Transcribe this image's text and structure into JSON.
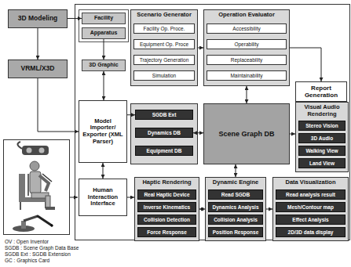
{
  "diagram": {
    "nodes": [
      {
        "text": [
          "3D Modeling"
        ]
      },
      {
        "text": [
          "VRML/X3D"
        ]
      },
      {
        "text": [
          "Facility"
        ]
      },
      {
        "text": [
          "Apparatus"
        ]
      },
      {
        "text": [
          "3D Graphic"
        ]
      },
      {
        "text": [
          "Model Importer/ Exporter (XML Parser)"
        ]
      },
      {
        "text": [
          "Human Interaction Interface"
        ]
      },
      {
        "text": [
          "Scenario Generator"
        ]
      },
      {
        "text": [
          "Facility Op. Proce."
        ],
        "in": 7
      },
      {
        "text": [
          "Equipment Op. Proce"
        ],
        "in": 7
      },
      {
        "text": [
          "Trajectory Generation"
        ],
        "in": 7
      },
      {
        "text": [
          "Simulation"
        ],
        "in": 7
      },
      {
        "text": [
          "Operation Evaluator"
        ]
      },
      {
        "text": [
          "Accessibility"
        ],
        "in": 12
      },
      {
        "text": [
          "Operability"
        ],
        "in": 12
      },
      {
        "text": [
          "Replaceability"
        ],
        "in": 12
      },
      {
        "text": [
          "Maintainability"
        ],
        "in": 12
      },
      {
        "text": [
          "Report Generation"
        ]
      },
      {
        "text": [
          "SGDB Ext"
        ]
      },
      {
        "text": [
          "Dynamics DB"
        ]
      },
      {
        "text": [
          "Equipment DB"
        ]
      },
      {
        "text": [
          "Scene Graph DB"
        ]
      },
      {
        "text": [
          "Visual Audio Rendering"
        ]
      },
      {
        "text": [
          "Stereo Vision"
        ],
        "in": 22
      },
      {
        "text": [
          "3D Audio"
        ],
        "in": 22
      },
      {
        "text": [
          "Walking View"
        ],
        "in": 22
      },
      {
        "text": [
          "Land View"
        ],
        "in": 22
      },
      {
        "text": [
          "Haptic Rendering"
        ]
      },
      {
        "text": [
          "Real Haptic Device"
        ],
        "in": 27
      },
      {
        "text": [
          "Inverse Kinematics"
        ],
        "in": 27
      },
      {
        "text": [
          "Collision Detection"
        ],
        "in": 27
      },
      {
        "text": [
          "Force Response"
        ],
        "in": 27
      },
      {
        "text": [
          "Dynamic Engine"
        ]
      },
      {
        "text": [
          "Read SGDB"
        ],
        "in": 32
      },
      {
        "text": [
          "Dynamics Analysis"
        ],
        "in": 32
      },
      {
        "text": [
          "Collision Analysis"
        ],
        "in": 32
      },
      {
        "text": [
          "Position Response"
        ],
        "in": 32
      },
      {
        "text": [
          "Data Visualization"
        ]
      },
      {
        "text": [
          "Read analysis result"
        ],
        "in": 37
      },
      {
        "text": [
          "Mesh/Contour map"
        ],
        "in": 37
      },
      {
        "text": [
          "Effect Analysis"
        ],
        "in": 37
      },
      {
        "text": [
          "2D/3D data display"
        ],
        "in": 37
      }
    ],
    "edges": [
      {
        "from": 0,
        "to": 1,
        "arrow": "to"
      },
      {
        "from": 0,
        "to": 2,
        "arrow": "to"
      },
      {
        "from": 1,
        "to": 5,
        "arrow": "to"
      },
      {
        "from": 3,
        "to": 4,
        "arrow": "to"
      },
      {
        "from": 4,
        "to": 5,
        "arrow": "both"
      },
      {
        "from": 5,
        "to": 18,
        "arrow": "to"
      },
      {
        "from": 5,
        "to": 6,
        "arrow": "both"
      },
      {
        "from": 6,
        "to": 27,
        "arrow": "to"
      },
      {
        "from": 7,
        "to": 12,
        "arrow": "to"
      },
      {
        "from": 12,
        "to": 17,
        "arrow": "to"
      },
      {
        "from": 21,
        "to": 12,
        "arrow": "both"
      },
      {
        "from": 19,
        "to": 21,
        "arrow": "both"
      },
      {
        "from": 21,
        "to": 22,
        "arrow": "to"
      },
      {
        "from": 32,
        "to": 21,
        "arrow": "both"
      },
      {
        "from": 27,
        "to": 32,
        "arrow": "both"
      },
      {
        "from": 32,
        "to": 37,
        "arrow": "to"
      }
    ],
    "labels": [
      "OV : Open Inventor",
      "SGDB : Scene Graph Data Base",
      "SGDB Ext : SGDB Extension",
      "GC : Graphics Card"
    ]
  }
}
